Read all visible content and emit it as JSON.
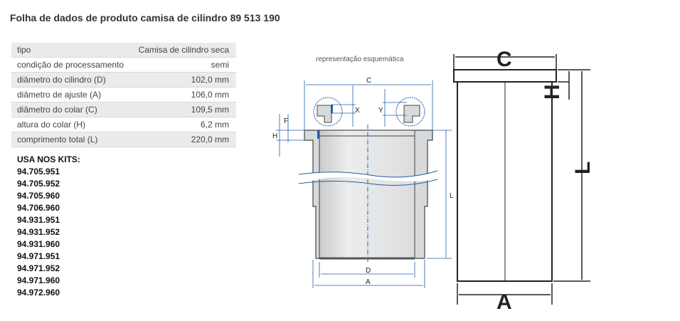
{
  "title": "Folha de dados de produto camisa de cilindro 89 513 190",
  "specs": [
    {
      "label": "tipo",
      "value": "Camisa de cilindro seca"
    },
    {
      "label": "condição de processamento",
      "value": "semi"
    },
    {
      "label": "diâmetro do cilindro (D)",
      "value": "102,0 mm"
    },
    {
      "label": "diâmetro de ajuste (A)",
      "value": "106,0 mm"
    },
    {
      "label": "diâmetro do colar (C)",
      "value": "109,5 mm"
    },
    {
      "label": "altura do colar (H)",
      "value": "6,2 mm"
    },
    {
      "label": "comprimento total (L)",
      "value": "220,0 mm"
    }
  ],
  "kits": {
    "heading": "USA NOS KITS:",
    "items": [
      "94.705.951",
      "94.705.952",
      "94.705.960",
      "94.706.960",
      "94.931.951",
      "94.931.952",
      "94.931.960",
      "94.971.951",
      "94.971.952",
      "94.971.960",
      "94.972.960"
    ]
  },
  "schematic": {
    "caption": "representação esquemática",
    "labels": {
      "C": "C",
      "X": "X",
      "Y": "Y",
      "F": "F",
      "H": "H",
      "L": "L",
      "D": "D",
      "A": "A"
    }
  },
  "outline": {
    "labels": {
      "C": "C",
      "H": "H",
      "L": "L",
      "A": "A"
    }
  }
}
